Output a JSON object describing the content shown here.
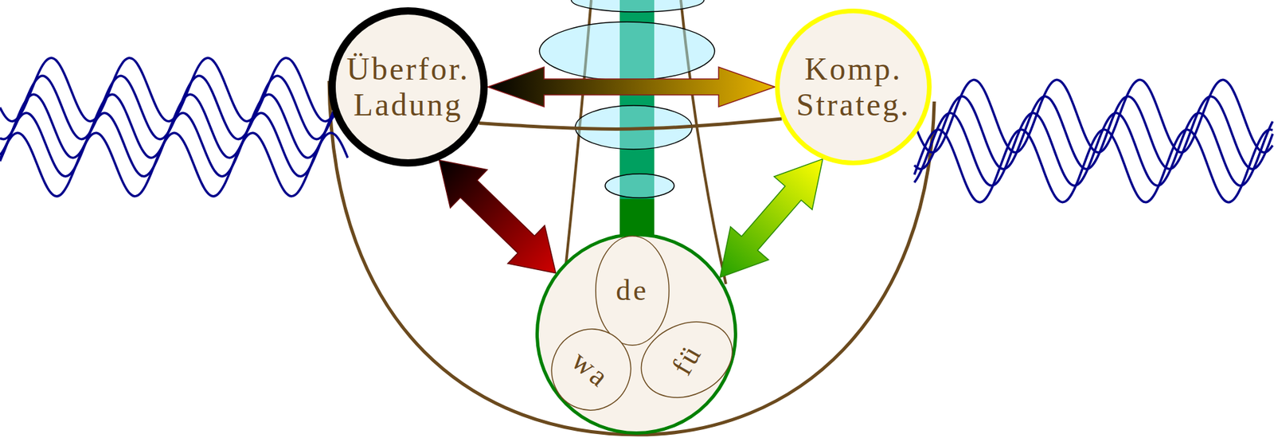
{
  "diagram": {
    "nodes": [
      {
        "text": [
          "Überfor. Ladung"
        ]
      },
      {
        "text": [
          "Komp. Strateg."
        ]
      },
      {
        "text": []
      },
      {
        "text": [
          "de"
        ],
        "in": 2
      },
      {
        "text": [
          "wa"
        ],
        "in": 2
      },
      {
        "text": [
          "fü"
        ],
        "in": 2
      }
    ],
    "edges": [
      {
        "from": 0,
        "to": 1,
        "arrow": "both"
      },
      {
        "from": 0,
        "to": 1,
        "arrow": "none"
      },
      {
        "from": 0,
        "to": 2,
        "arrow": "both"
      },
      {
        "from": 1,
        "to": 2,
        "arrow": "both"
      }
    ]
  }
}
